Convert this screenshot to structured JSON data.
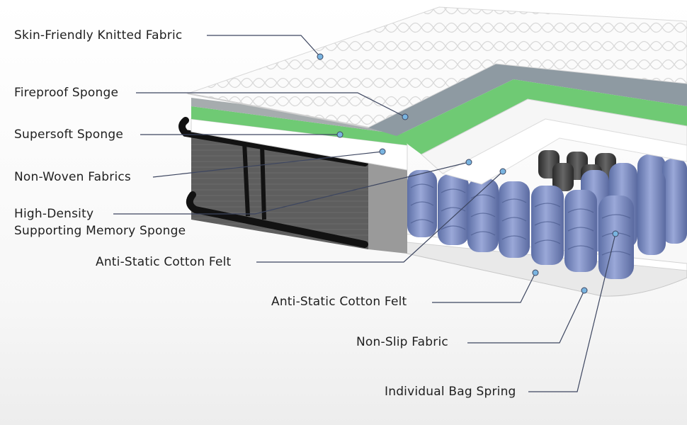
{
  "labels": {
    "knit_fabric": "Skin-Friendly Knitted Fabric",
    "fireproof": "Fireproof Sponge",
    "supersoft": "Supersoft Sponge",
    "non_woven": "Non-Woven Fabrics",
    "memory_line1": "High-Density",
    "memory_line2": "Supporting Memory Sponge",
    "felt_upper": "Anti-Static Cotton Felt",
    "felt_lower": "Anti-Static Cotton Felt",
    "non_slip": "Non-Slip Fabric",
    "spring": "Individual Bag Spring"
  },
  "colors": {
    "leader": "#3d4660",
    "dot": "#79b4e0",
    "foam_green": "#6fca74",
    "foam_grey": "#9aa4a8",
    "spring_blue": "#8293c6",
    "knit_white": "#fafafa",
    "frame_black": "#121212"
  }
}
